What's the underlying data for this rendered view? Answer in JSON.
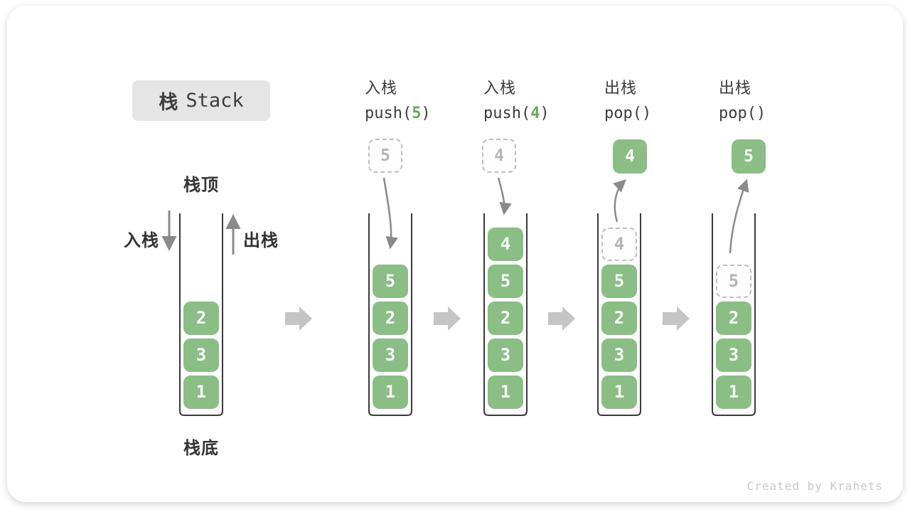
{
  "title_badge": {
    "cn": "栈",
    "en": "Stack"
  },
  "labels": {
    "stack_top": "栈顶",
    "stack_bottom": "栈底",
    "push_side": "入栈",
    "pop_side": "出栈"
  },
  "operations": [
    {
      "title": "入栈",
      "code_pre": "push(",
      "code_arg": "5",
      "code_suf": ")"
    },
    {
      "title": "入栈",
      "code_pre": "push(",
      "code_arg": "4",
      "code_suf": ")"
    },
    {
      "title": "出栈",
      "code_pre": "pop(",
      "code_arg": "",
      "code_suf": ")"
    },
    {
      "title": "出栈",
      "code_pre": "pop(",
      "code_arg": "",
      "code_suf": ")"
    }
  ],
  "floating_boxes": [
    {
      "value": "5",
      "variant": "dashed"
    },
    {
      "value": "4",
      "variant": "dashed"
    },
    {
      "value": "4",
      "variant": "solid"
    },
    {
      "value": "5",
      "variant": "solid"
    }
  ],
  "stacks": [
    {
      "items": [
        {
          "value": "2"
        },
        {
          "value": "3"
        },
        {
          "value": "1"
        }
      ]
    },
    {
      "items": [
        {
          "value": "5"
        },
        {
          "value": "2"
        },
        {
          "value": "3"
        },
        {
          "value": "1"
        }
      ]
    },
    {
      "items": [
        {
          "value": "4"
        },
        {
          "value": "5"
        },
        {
          "value": "2"
        },
        {
          "value": "3"
        },
        {
          "value": "1"
        }
      ]
    },
    {
      "items": [
        {
          "value": "4",
          "variant": "dashed"
        },
        {
          "value": "5"
        },
        {
          "value": "2"
        },
        {
          "value": "3"
        },
        {
          "value": "1"
        }
      ]
    },
    {
      "items": [
        {
          "value": "5",
          "variant": "dashed"
        },
        {
          "value": "2"
        },
        {
          "value": "3"
        },
        {
          "value": "1"
        }
      ]
    }
  ],
  "watermark": "Created by Krahets",
  "colors": {
    "green_box": "#8ABE85",
    "green_code_digit": "#64A85B",
    "dark_text": "#3C3C3C",
    "thin_arrow": "#8A8A8A",
    "block_arrow": "#C5C5C5",
    "dashed_border": "#BFBFBF",
    "dashed_text": "#B5B5B5",
    "badge_bg": "#E5E5E5",
    "watermark": "#C9C9C9"
  }
}
